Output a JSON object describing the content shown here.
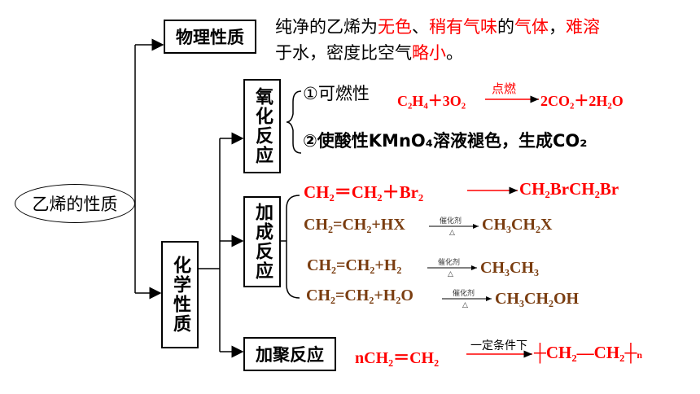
{
  "root": {
    "label": "乙烯的性质"
  },
  "physical": {
    "label": "物理性质",
    "desc_l1_a": "纯净的乙烯为",
    "desc_l1_b": "无色",
    "desc_l1_c": "、",
    "desc_l1_d": "稍有气味",
    "desc_l1_e": "的",
    "desc_l1_f": "气体",
    "desc_l1_g": "，",
    "desc_l1_h": "难溶",
    "desc_l2_a": "于水，密度比空气",
    "desc_l2_b": "略小",
    "desc_l2_c": "。"
  },
  "chemical": {
    "label": "化学性质"
  },
  "oxidation": {
    "label": "氧化反应",
    "item1_label": "①可燃性",
    "item1_eq": "C₂H₄＋3O₂",
    "item1_cond": "点燃",
    "item1_prod": "2CO₂＋2H₂O",
    "item2": "②使酸性KMnO₄溶液褪色，生成CO₂"
  },
  "addition": {
    "label": "加成反应",
    "r1_left": "CH₂＝CH₂＋Br₂",
    "r1_right": "CH₂BrCH₂Br",
    "r2_left": "CH₂=CH₂+HX",
    "r2_cond_top": "催化剂",
    "r2_cond_bottom": "△",
    "r2_right": "CH₃CH₂X",
    "r3_left": "CH₂=CH₂+H₂",
    "r3_cond_top": "催化剂",
    "r3_cond_bottom": "△",
    "r3_right": "CH₃CH₃",
    "r4_left": "CH₂=CH₂+H₂O",
    "r4_cond_top": "催化剂",
    "r4_cond_bottom": "△",
    "r4_right": "CH₃CH₂OH"
  },
  "polymer": {
    "label": "加聚反应",
    "left": "nCH₂＝CH₂",
    "cond": "一定条件下",
    "right": "CH₂—CH₂",
    "n": "n"
  },
  "colors": {
    "red": "#ff0000",
    "brown": "#7a3d10",
    "black": "#000000"
  }
}
